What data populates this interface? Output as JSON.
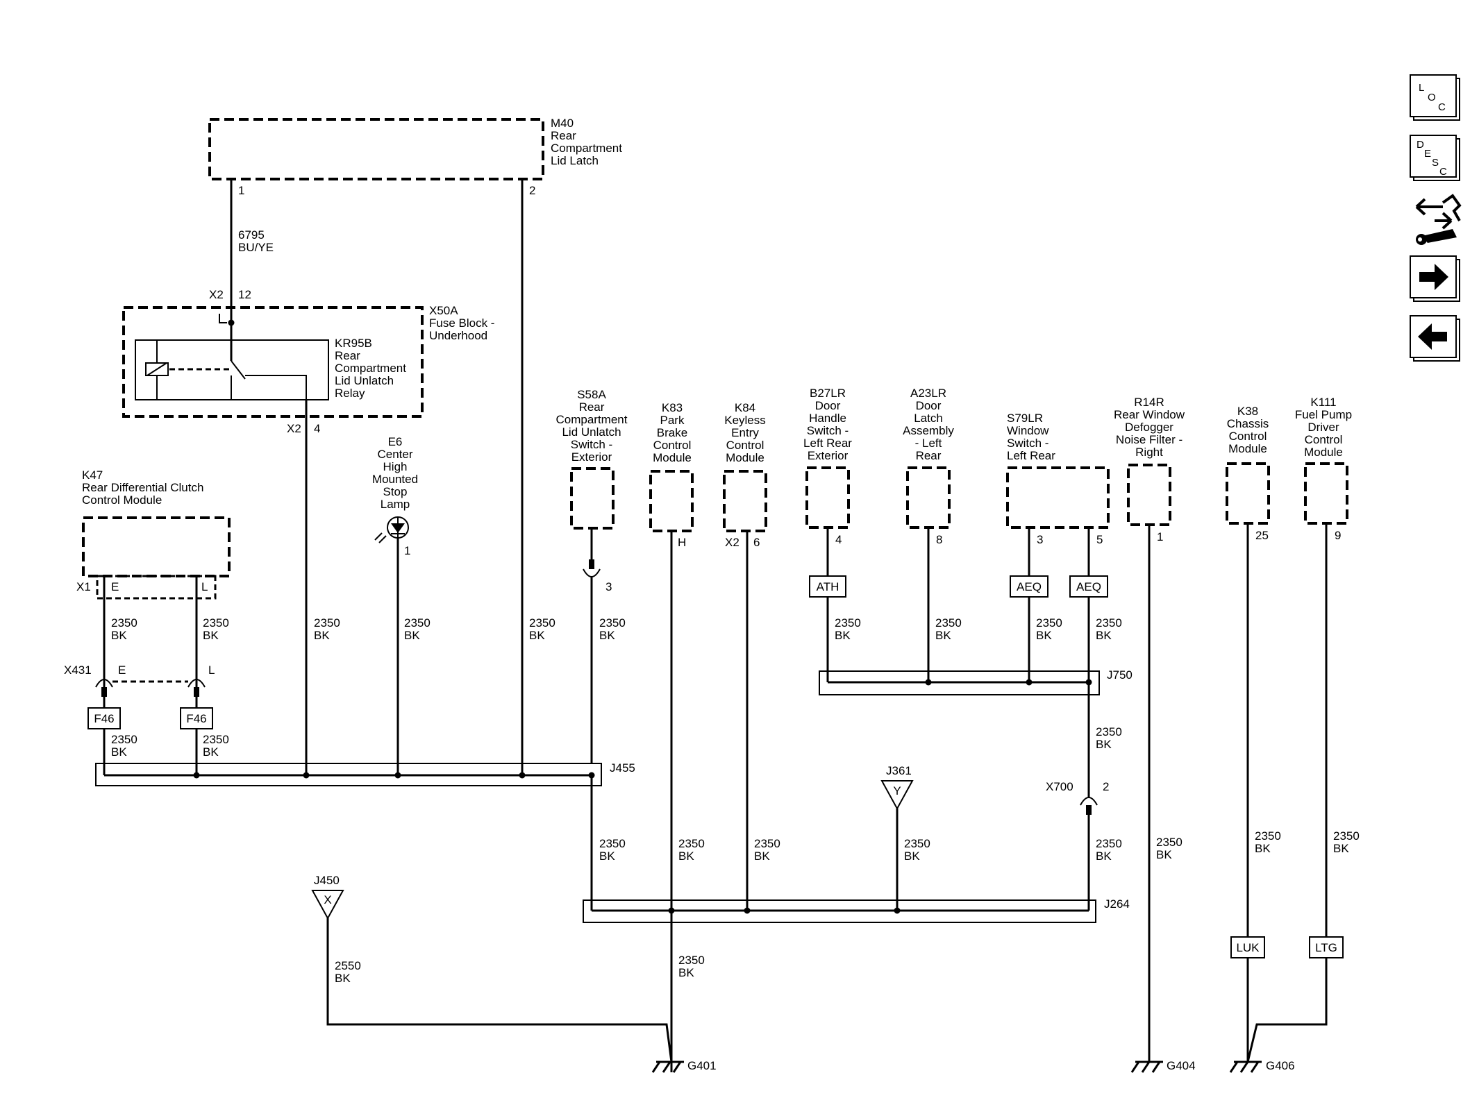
{
  "components": {
    "m40": [
      "M40",
      "Rear",
      "Compartment",
      "Lid Latch"
    ],
    "x50a": [
      "X50A",
      "Fuse Block -",
      "Underhood"
    ],
    "kr95b": [
      "KR95B",
      "Rear",
      "Compartment",
      "Lid Unlatch",
      "Relay"
    ],
    "k47": [
      "K47",
      "Rear Differential Clutch",
      "Control Module"
    ],
    "e6": [
      "E6",
      "Center",
      "High",
      "Mounted",
      "Stop",
      "Lamp"
    ],
    "s58a": [
      "S58A",
      "Rear",
      "Compartment",
      "Lid Unlatch",
      "Switch -",
      "Exterior"
    ],
    "k83": [
      "K83",
      "Park",
      "Brake",
      "Control",
      "Module"
    ],
    "k84": [
      "K84",
      "Keyless",
      "Entry",
      "Control",
      "Module"
    ],
    "b27lr": [
      "B27LR",
      "Door",
      "Handle",
      "Switch -",
      "Left Rear",
      "Exterior"
    ],
    "a23lr": [
      "A23LR",
      "Door",
      "Latch",
      "Assembly",
      "- Left",
      "Rear"
    ],
    "s79lr": [
      "S79LR",
      "Window",
      "Switch -",
      "Left Rear"
    ],
    "r14r": [
      "R14R",
      "Rear Window",
      "Defogger",
      "Noise Filter -",
      "Right"
    ],
    "k38": [
      "K38",
      "Chassis",
      "Control",
      "Module"
    ],
    "k111": [
      "K111",
      "Fuel Pump",
      "Driver",
      "Control",
      "Module"
    ]
  },
  "pins": {
    "m40_1": "1",
    "m40_2": "2",
    "x2_a": "X2",
    "p12": "12",
    "x2_b": "X2",
    "p4": "4",
    "x1": "X1",
    "pin_e": "E",
    "pin_l": "L",
    "x431": "X431",
    "x431_e": "E",
    "x431_l": "L",
    "e6_1": "1",
    "s58a_3": "3",
    "k83_h": "H",
    "k84_x2": "X2",
    "k84_6": "6",
    "b27_4": "4",
    "a23_8": "8",
    "s79_3": "3",
    "s79_5": "5",
    "r14_1": "1",
    "k38_25": "25",
    "k111_9": "9",
    "x700": "X700",
    "x700_2": "2"
  },
  "wires": {
    "w6795": [
      "6795",
      "BU/YE"
    ],
    "w2350": [
      "2350",
      "BK"
    ],
    "w2550": [
      "2550",
      "BK"
    ]
  },
  "options": {
    "f46": "F46",
    "ath": "ATH",
    "aeq": "AEQ",
    "luk": "LUK",
    "ltg": "LTG"
  },
  "splices": {
    "j455": "J455",
    "j750": "J750",
    "j264": "J264"
  },
  "refs": {
    "j361": "J361",
    "j361_y": "Y",
    "j450": "J450",
    "j450_x": "X"
  },
  "grounds": {
    "g401": "G401",
    "g404": "G404",
    "g406": "G406"
  },
  "nav": {
    "loc": [
      "L",
      "O",
      "C"
    ],
    "desc": [
      "D",
      "E",
      "S",
      "C"
    ]
  }
}
